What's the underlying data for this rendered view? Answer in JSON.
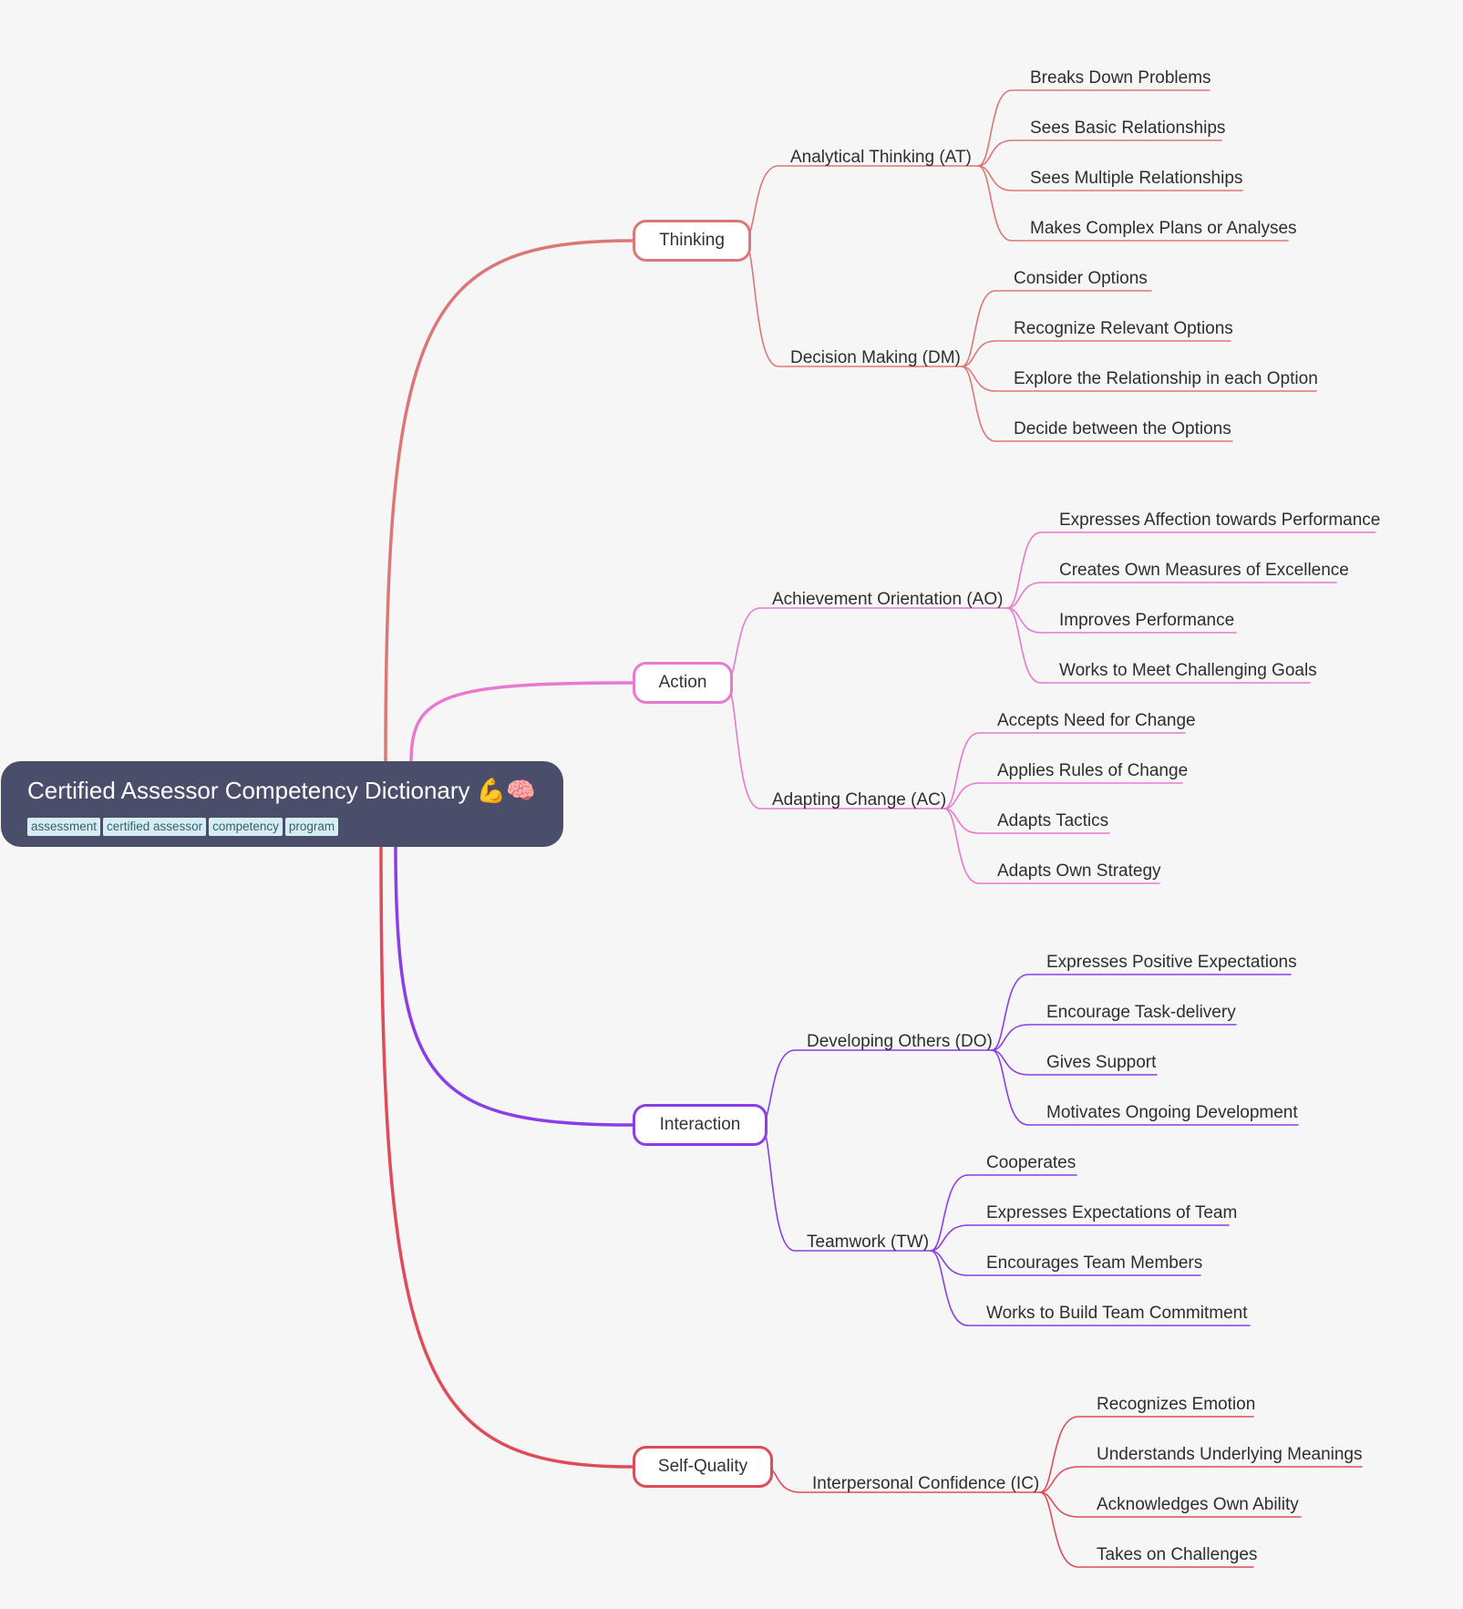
{
  "root": {
    "title": "Certified Assessor Competency Dictionary 💪🧠",
    "tags": [
      "assessment",
      "certified assessor",
      "competency",
      "program"
    ]
  },
  "branches": [
    {
      "label": "Thinking",
      "color": "#dc7777",
      "subs": [
        {
          "label": "Analytical Thinking (AT)",
          "items": [
            "Breaks Down Problems",
            "Sees Basic Relationships",
            "Sees Multiple Relationships",
            "Makes Complex Plans or Analyses"
          ]
        },
        {
          "label": "Decision Making (DM)",
          "items": [
            "Consider Options",
            "Recognize Relevant Options",
            "Explore the Relationship in each Option",
            "Decide between the Options"
          ]
        }
      ]
    },
    {
      "label": "Action",
      "color": "#e779cf",
      "subs": [
        {
          "label": "Achievement Orientation (AO)",
          "items": [
            "Expresses Affection towards Performance",
            "Creates Own Measures of Excellence",
            "Improves Performance",
            "Works to Meet Challenging Goals"
          ]
        },
        {
          "label": "Adapting Change (AC)",
          "items": [
            "Accepts Need for Change",
            "Applies Rules of Change",
            "Adapts Tactics",
            "Adapts Own Strategy"
          ]
        }
      ]
    },
    {
      "label": "Interaction",
      "color": "#8a3ee6",
      "subs": [
        {
          "label": "Developing Others (DO)",
          "items": [
            "Expresses Positive Expectations",
            "Encourage Task-delivery",
            "Gives Support",
            "Motivates Ongoing Development"
          ]
        },
        {
          "label": "Teamwork (TW)",
          "items": [
            "Cooperates",
            "Expresses Expectations of Team",
            "Encourages Team Members",
            "Works to Build Team Commitment"
          ]
        }
      ]
    },
    {
      "label": "Self-Quality",
      "color": "#e04b5a",
      "subs": [
        {
          "label": "Interpersonal Confidence (IC)",
          "items": [
            "Recognizes Emotion",
            "Understands Underlying Meanings",
            "Acknowledges Own Ability",
            "Takes on Challenges"
          ]
        }
      ]
    }
  ]
}
